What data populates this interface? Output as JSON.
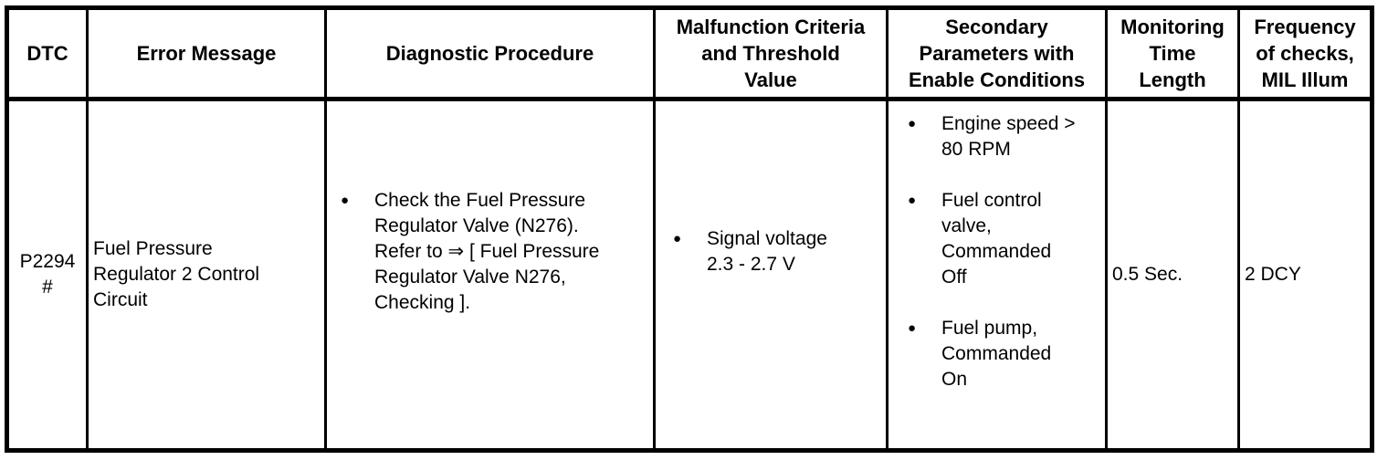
{
  "page": {
    "background_color": "#ffffff",
    "line_color": "#000000"
  },
  "table": {
    "bullet_glyph": "●",
    "headers": [
      "DTC",
      "Error Message",
      "Diagnostic Procedure",
      "Malfunction Criteria\nand Threshold\nValue",
      "Secondary\nParameters with\nEnable Conditions",
      "Monitoring\nTime\nLength",
      "Frequency\nof checks,\nMIL Illum"
    ],
    "row": {
      "dtc": "P2294\n#",
      "error_message": "Fuel Pressure\nRegulator 2 Control\nCircuit",
      "diagnostic_procedure_items": [
        "Check the Fuel Pressure\nRegulator Valve (N276).\nRefer to ⇒ [ Fuel Pressure\nRegulator Valve N276,\nChecking ]."
      ],
      "malfunction_criteria_items": [
        "Signal voltage\n2.3 - 2.7 V"
      ],
      "secondary_parameter_items": [
        "Engine speed >\n80 RPM",
        "Fuel control\nvalve,\nCommanded\nOff",
        "Fuel pump,\nCommanded\nOn"
      ],
      "monitoring_time_length": "0.5 Sec.",
      "frequency_of_checks": "2 DCY"
    }
  }
}
